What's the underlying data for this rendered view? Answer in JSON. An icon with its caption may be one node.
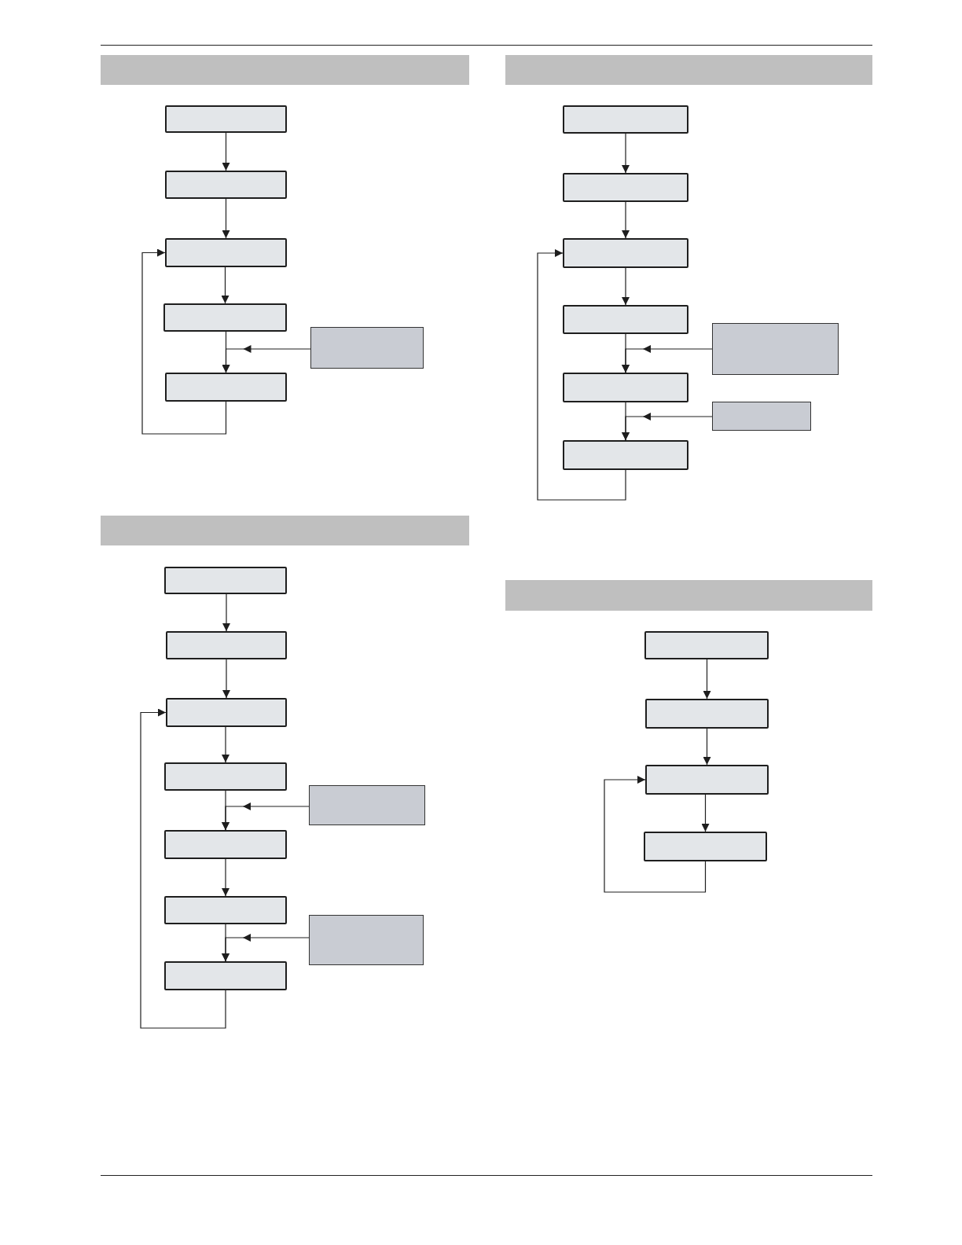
{
  "diagram": {
    "nodes": [
      {
        "text": [],
        "shape": "box"
      },
      {
        "text": [],
        "shape": "box"
      },
      {
        "text": [],
        "shape": "box"
      },
      {
        "text": [],
        "shape": "box"
      },
      {
        "text": [],
        "shape": "box"
      },
      {
        "text": [],
        "shape": "box"
      },
      {
        "text": [],
        "shape": "box"
      },
      {
        "text": [],
        "shape": "box"
      },
      {
        "text": [],
        "shape": "box"
      },
      {
        "text": [],
        "shape": "box"
      },
      {
        "text": [],
        "shape": "box"
      },
      {
        "text": [],
        "shape": "box"
      },
      {
        "text": [],
        "shape": "box"
      },
      {
        "text": [],
        "shape": "box"
      },
      {
        "text": [],
        "shape": "box"
      },
      {
        "text": [],
        "shape": "box"
      },
      {
        "text": [],
        "shape": "box"
      },
      {
        "text": [],
        "shape": "box"
      },
      {
        "text": [],
        "shape": "box"
      },
      {
        "text": [],
        "shape": "box"
      },
      {
        "text": [],
        "shape": "box"
      },
      {
        "text": [],
        "shape": "box"
      },
      {
        "text": [],
        "shape": "box"
      },
      {
        "text": [],
        "shape": "box"
      },
      {
        "text": [],
        "shape": "box"
      },
      {
        "text": [],
        "shape": "box"
      },
      {
        "text": [],
        "shape": "box"
      }
    ],
    "edges": [
      {
        "from": 0,
        "to": 1,
        "arrow": "to"
      },
      {
        "from": 1,
        "to": 2,
        "arrow": "to"
      },
      {
        "from": 2,
        "to": 3,
        "arrow": "to"
      },
      {
        "from": 3,
        "to": 4,
        "arrow": "to"
      },
      {
        "from": 4,
        "to": 2,
        "arrow": "to"
      },
      {
        "from": 5,
        "to": 4,
        "arrow": "to"
      },
      {
        "from": 6,
        "to": 7,
        "arrow": "to"
      },
      {
        "from": 7,
        "to": 8,
        "arrow": "to"
      },
      {
        "from": 8,
        "to": 9,
        "arrow": "to"
      },
      {
        "from": 9,
        "to": 10,
        "arrow": "to"
      },
      {
        "from": 10,
        "to": 11,
        "arrow": "to"
      },
      {
        "from": 11,
        "to": 8,
        "arrow": "to"
      },
      {
        "from": 12,
        "to": 10,
        "arrow": "to"
      },
      {
        "from": 13,
        "to": 11,
        "arrow": "to"
      },
      {
        "from": 14,
        "to": 15,
        "arrow": "to"
      },
      {
        "from": 15,
        "to": 16,
        "arrow": "to"
      },
      {
        "from": 16,
        "to": 17,
        "arrow": "to"
      },
      {
        "from": 17,
        "to": 18,
        "arrow": "to"
      },
      {
        "from": 18,
        "to": 19,
        "arrow": "to"
      },
      {
        "from": 19,
        "to": 20,
        "arrow": "to"
      },
      {
        "from": 20,
        "to": 16,
        "arrow": "to"
      },
      {
        "from": 21,
        "to": 18,
        "arrow": "to"
      },
      {
        "from": 22,
        "to": 20,
        "arrow": "to"
      },
      {
        "from": 23,
        "to": 24,
        "arrow": "to"
      },
      {
        "from": 24,
        "to": 25,
        "arrow": "to"
      },
      {
        "from": 25,
        "to": 26,
        "arrow": "to"
      },
      {
        "from": 26,
        "to": 25,
        "arrow": "to"
      }
    ]
  }
}
